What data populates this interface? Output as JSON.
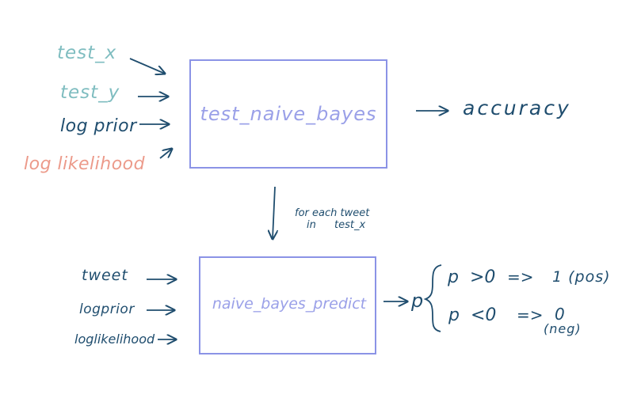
{
  "colors": {
    "teal": "#7fbdc0",
    "navy": "#1f4d6e",
    "salmon": "#ec9a8a",
    "box": "#8b93e6",
    "boxText": "#9aa0e8"
  },
  "top": {
    "inputs": {
      "test_x": "test_x",
      "test_y": "test_y",
      "logprior": "log prior",
      "loglikelihood": "log likelihood"
    },
    "function": "test_naive_bayes",
    "output": "accuracy"
  },
  "connector": {
    "line1": "for each tweet",
    "line2_in": "in",
    "line2_var": "test_x"
  },
  "bottom": {
    "inputs": {
      "tweet": "tweet",
      "logprior": "logprior",
      "loglikelihood": "loglikelihood"
    },
    "function": "naive_bayes_predict",
    "output_var": "p",
    "cases": {
      "case1_cond": "p  >0",
      "case1_arrow": "=>",
      "case1_result": "1 (pos)",
      "case2_cond": "p  <0",
      "case2_arrow": "=>",
      "case2_result": "0",
      "case2_label": "(neg)"
    }
  }
}
